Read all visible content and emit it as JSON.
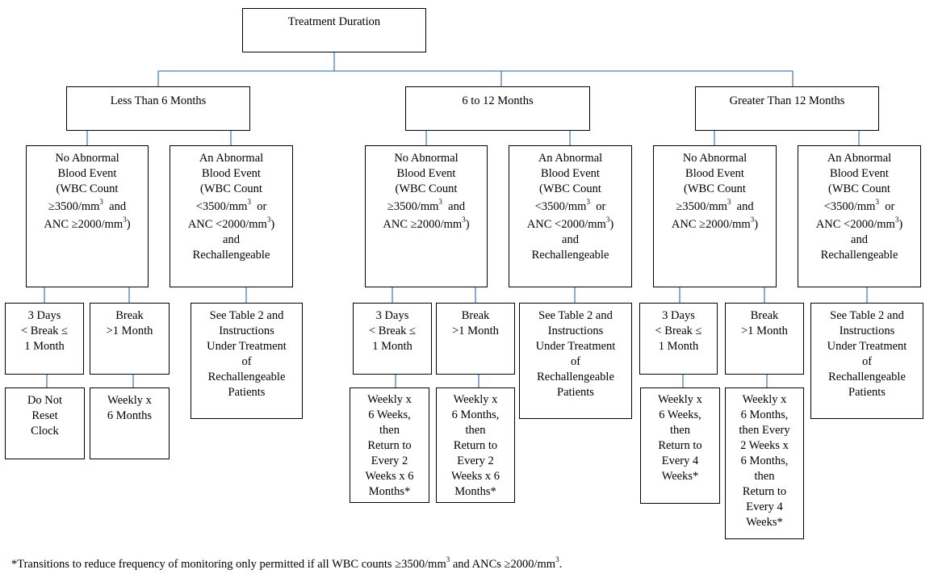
{
  "title": "Treatment Duration",
  "categories": [
    {
      "label": "Less Than 6 Months",
      "no_event": {
        "lines": [
          "No Abnormal",
          "Blood Event",
          "(WBC Count",
          "≥3500/mm",
          "ANC ≥2000/mm"
        ],
        "sup": "3",
        "and": "and",
        "close": ")"
      },
      "event": {
        "lines": [
          "An Abnormal",
          "Blood Event",
          "(WBC Count",
          "<3500/mm",
          "ANC <2000/mm",
          "and",
          "Rechallengeable"
        ],
        "sup": "3",
        "or": "or",
        "close": ")"
      },
      "short_break": [
        "3 Days",
        "< Break ≤",
        "1 Month"
      ],
      "long_break": [
        "Break",
        ">1 Month"
      ],
      "short_result": [
        "Do Not",
        "Reset",
        "Clock"
      ],
      "long_result": [
        "Weekly x",
        "6 Months"
      ],
      "see_table": [
        "See Table 2 and",
        "Instructions",
        "Under Treatment",
        "of",
        "Rechallengeable",
        "Patients"
      ]
    },
    {
      "label": "6 to 12 Months",
      "no_event": {
        "lines": [
          "No Abnormal",
          "Blood Event",
          "(WBC Count",
          "≥3500/mm",
          "ANC ≥2000/mm"
        ],
        "sup": "3",
        "and": "and",
        "close": ")"
      },
      "event": {
        "lines": [
          "An Abnormal",
          "Blood Event",
          "(WBC Count",
          "<3500/mm",
          "ANC <2000/mm",
          "and",
          "Rechallengeable"
        ],
        "sup": "3",
        "or": "or",
        "close": ")"
      },
      "short_break": [
        "3 Days",
        "< Break ≤",
        "1 Month"
      ],
      "long_break": [
        "Break",
        ">1 Month"
      ],
      "short_result": [
        "Weekly x",
        "6 Weeks,",
        "then",
        "Return to",
        "Every 2",
        "Weeks x 6",
        "Months*"
      ],
      "long_result": [
        "Weekly x",
        "6 Months,",
        "then",
        "Return to",
        "Every 2",
        "Weeks x 6",
        "Months*"
      ],
      "see_table": [
        "See Table 2 and",
        "Instructions",
        "Under Treatment",
        "of",
        "Rechallengeable",
        "Patients"
      ]
    },
    {
      "label": "Greater Than 12 Months",
      "no_event": {
        "lines": [
          "No Abnormal",
          "Blood Event",
          "(WBC Count",
          "≥3500/mm",
          "ANC ≥2000/mm"
        ],
        "sup": "3",
        "and": "and",
        "close": ")"
      },
      "event": {
        "lines": [
          "An Abnormal",
          "Blood Event",
          "(WBC Count",
          "<3500/mm",
          "ANC <2000/mm",
          "and",
          "Rechallengeable"
        ],
        "sup": "3",
        "or": "or",
        "close": ")"
      },
      "short_break": [
        "3 Days",
        "< Break ≤",
        "1 Month"
      ],
      "long_break": [
        "Break",
        ">1 Month"
      ],
      "short_result": [
        "Weekly x",
        "6 Weeks,",
        "then",
        "Return to",
        "Every 4",
        "Weeks*"
      ],
      "long_result": [
        "Weekly x",
        "6 Months,",
        "then Every",
        "2 Weeks x",
        "6 Months,",
        "then",
        "Return to",
        "Every 4",
        "Weeks*"
      ],
      "see_table": [
        "See Table 2 and",
        "Instructions",
        "Under Treatment",
        "of",
        "Rechallengeable",
        "Patients"
      ]
    }
  ],
  "footnote": {
    "part1": "*Transitions to reduce frequency of monitoring only permitted if all WBC counts ≥3500/mm",
    "sup1": "3",
    "part2": " and ANCs ≥2000/mm",
    "sup2": "3",
    "part3": "."
  }
}
